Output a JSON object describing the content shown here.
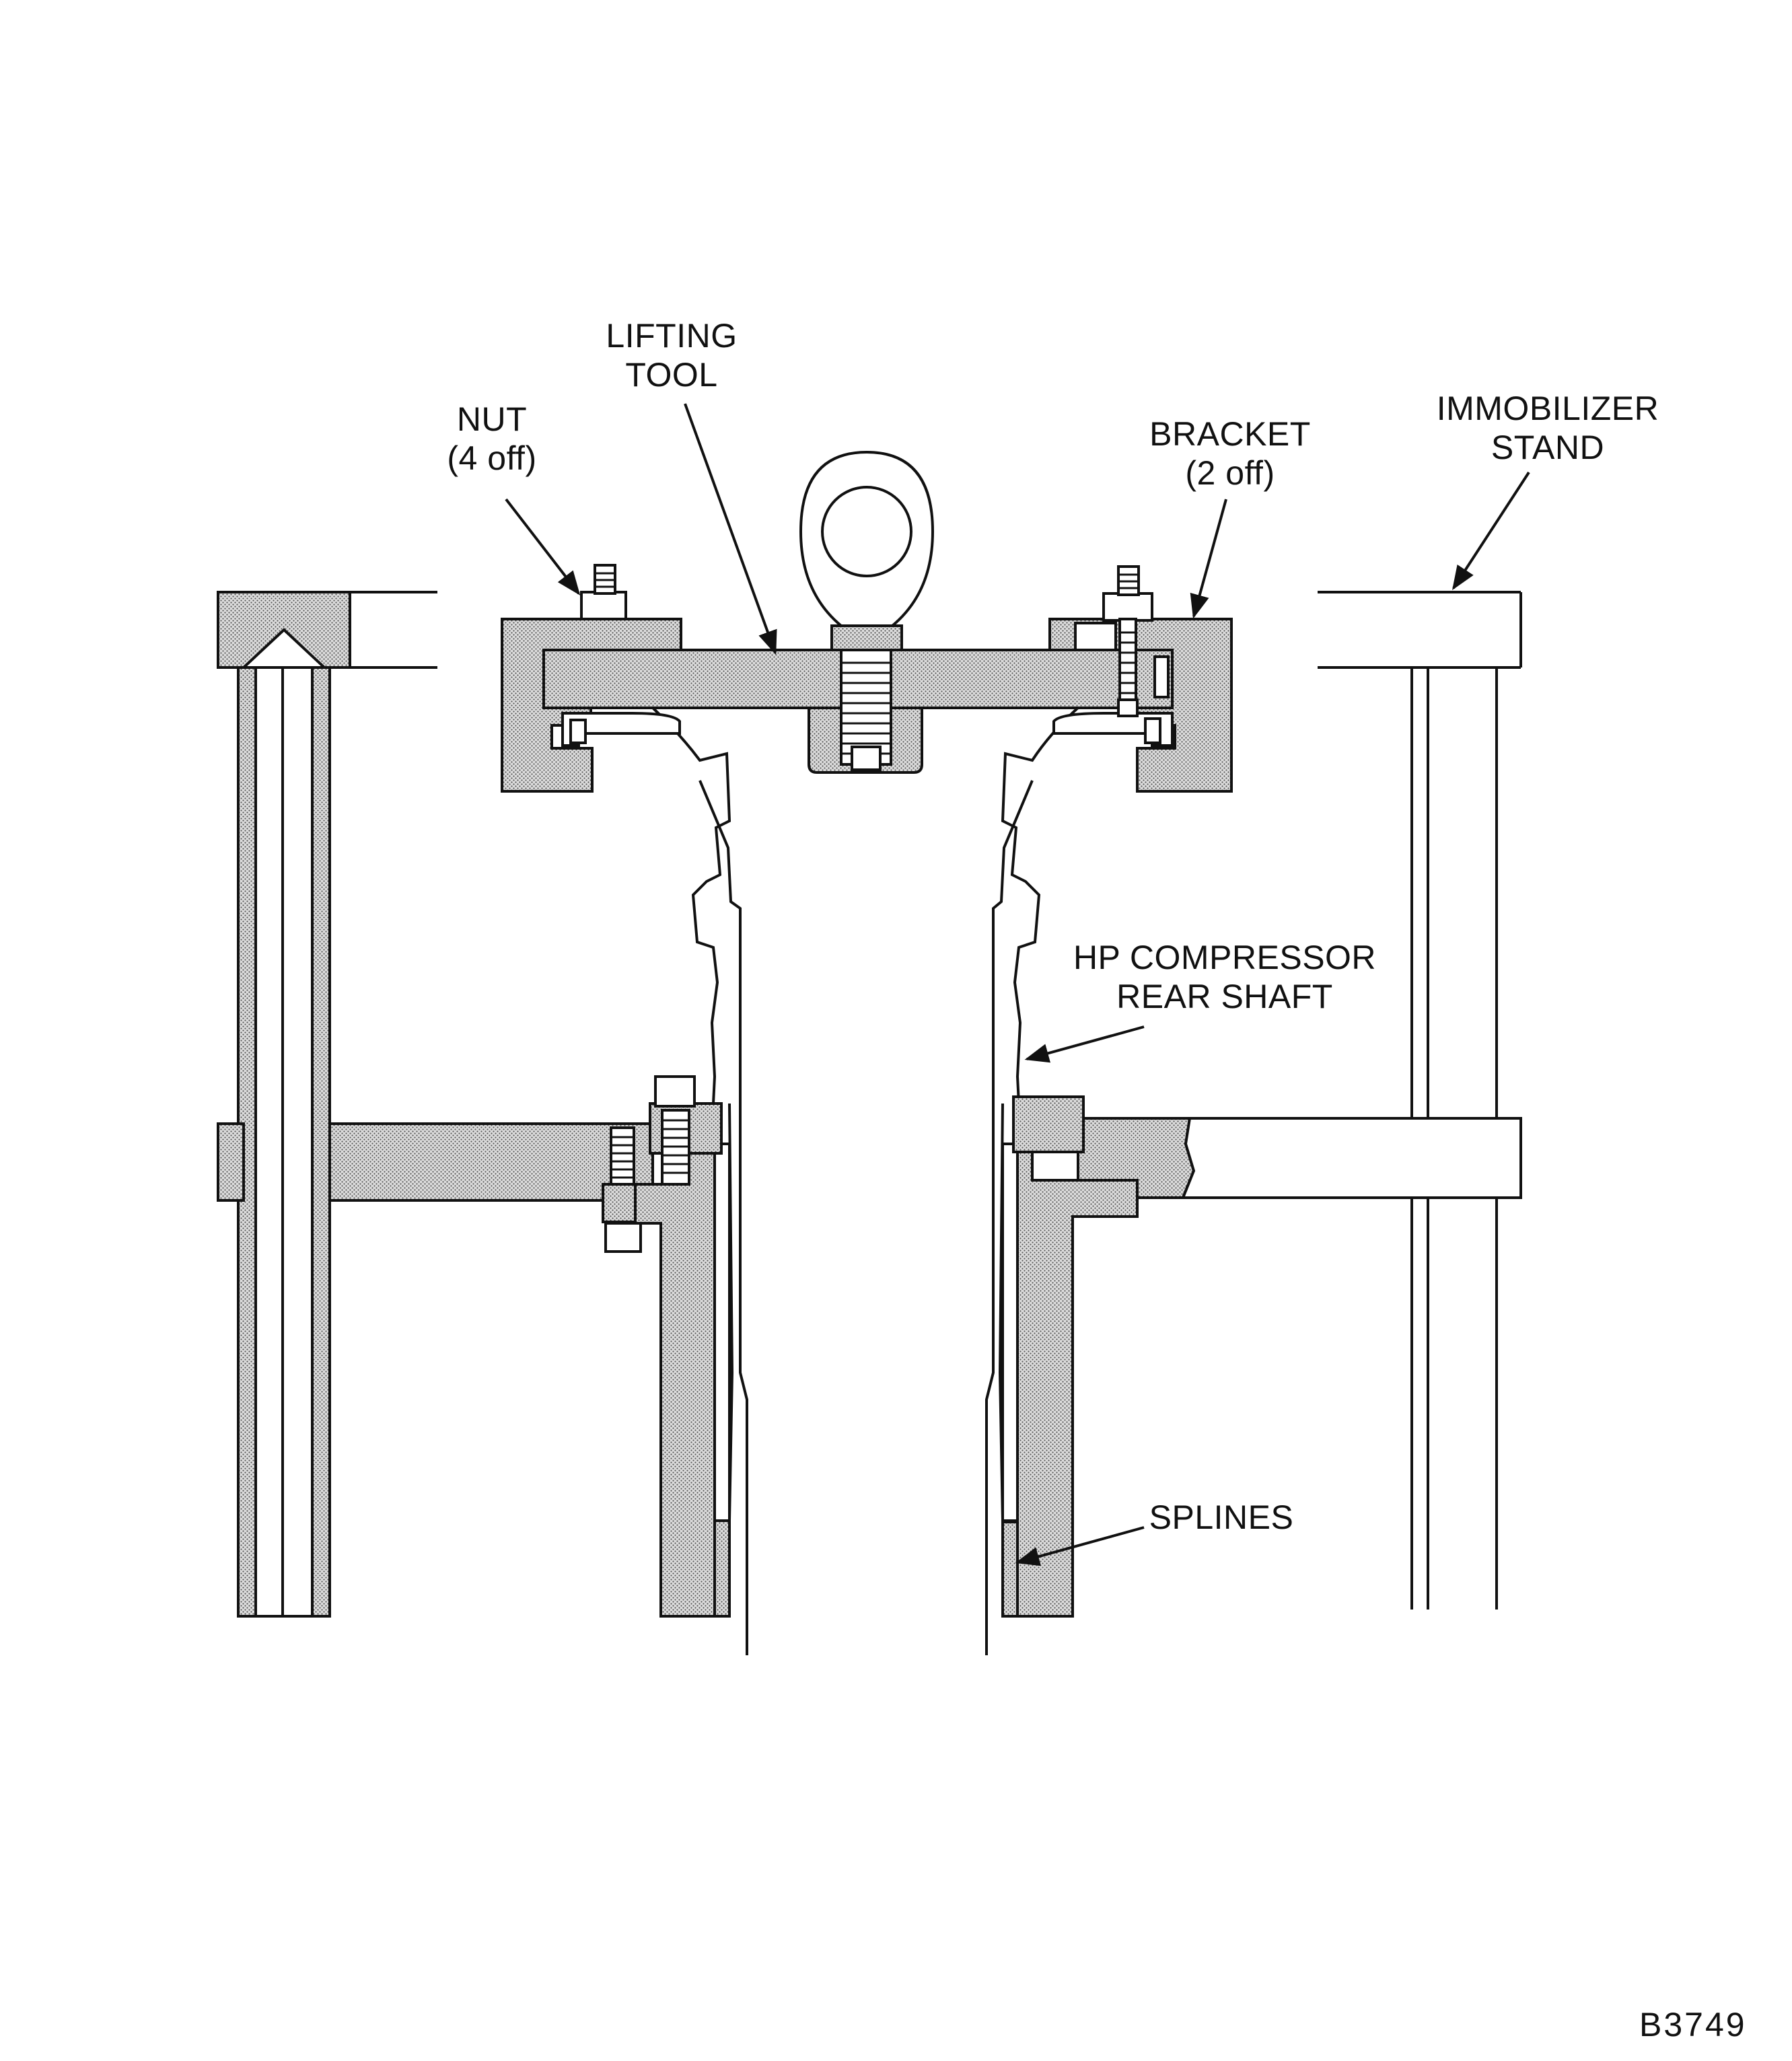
{
  "labels": {
    "lifting_tool": [
      "LIFTING",
      "TOOL"
    ],
    "nut": [
      "NUT",
      "(4 off)"
    ],
    "bracket": [
      "BRACKET",
      "(2 off)"
    ],
    "immobilizer_stand": [
      "IMMOBILIZER",
      "STAND"
    ],
    "hp_compressor_rear_shaft": [
      "HP COMPRESSOR",
      "REAR SHAFT"
    ],
    "splines": [
      "SPLINES"
    ]
  },
  "figure_number": "B3749",
  "colors": {
    "ink": "#111111",
    "shading": "#9a9a9a",
    "background": "#ffffff"
  }
}
